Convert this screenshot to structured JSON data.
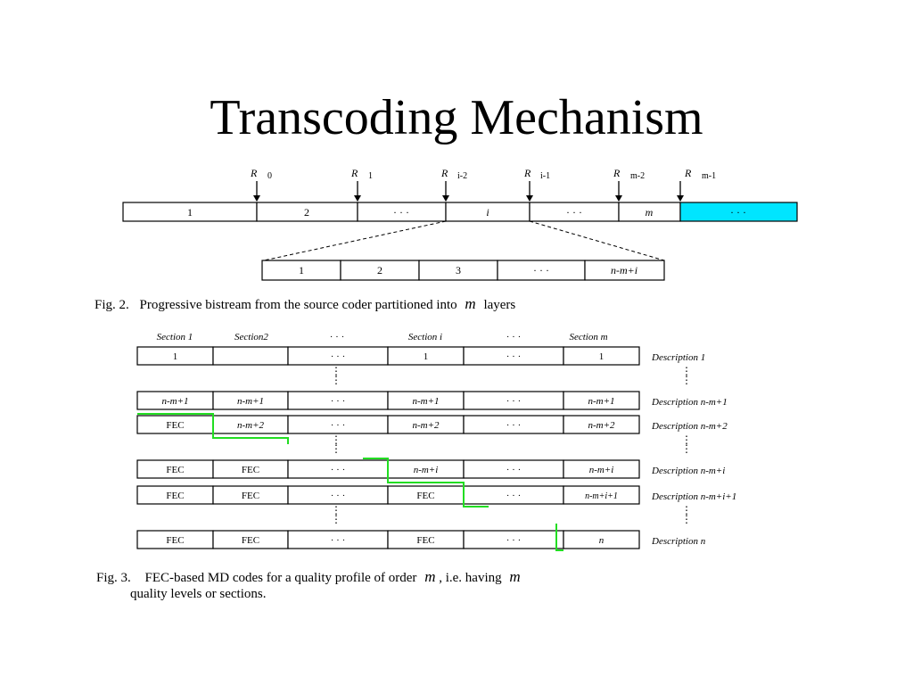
{
  "slide": {
    "title": "Transcoding Mechanism"
  },
  "fig2": {
    "markers": [
      {
        "r": "R",
        "sub": "0"
      },
      {
        "r": "R",
        "sub": "1"
      },
      {
        "r": "R",
        "sub": "i-2"
      },
      {
        "r": "R",
        "sub": "i-1"
      },
      {
        "r": "R",
        "sub": "m-2"
      },
      {
        "r": "R",
        "sub": "m-1"
      }
    ],
    "top_segments": [
      "1",
      "2",
      "· · ·",
      "i",
      "· · ·",
      "m",
      "· · ·"
    ],
    "sub_segments": [
      "1",
      "2",
      "3",
      "· · ·",
      "n-m+i"
    ],
    "highlight_color": "#00e5ff",
    "caption_prefix": "Fig. 2.",
    "caption_text": "Progressive bistream from the source coder partitioned into",
    "caption_var": "m",
    "caption_suffix": "layers"
  },
  "fig3": {
    "headers": [
      "Section 1",
      "Section2",
      "· · ·",
      "Section i",
      "· · ·",
      "Section m"
    ],
    "rows": [
      {
        "cells": [
          "1",
          "",
          "· · ·",
          "1",
          "· · ·",
          "1"
        ],
        "desc": "Description 1"
      },
      {
        "cells": [
          "n-m+1",
          "n-m+1",
          "· · ·",
          "n-m+1",
          "· · ·",
          "n-m+1"
        ],
        "desc": "Description n-m+1"
      },
      {
        "cells": [
          "FEC",
          "n-m+2",
          "· · ·",
          "n-m+2",
          "· · ·",
          "n-m+2"
        ],
        "desc": "Description n-m+2"
      },
      {
        "cells": [
          "FEC",
          "FEC",
          "· · ·",
          "n-m+i",
          "· · ·",
          "n-m+i"
        ],
        "desc": "Description n-m+i"
      },
      {
        "cells": [
          "FEC",
          "FEC",
          "· · ·",
          "FEC",
          "· · ·",
          "n-m+i+1"
        ],
        "desc": "Description n-m+i+1"
      },
      {
        "cells": [
          "FEC",
          "FEC",
          "· · ·",
          "FEC",
          "· · ·",
          "n"
        ],
        "desc": "Description n"
      }
    ],
    "vdots": "⋮",
    "staircase_color": "#22dd22",
    "caption_prefix": "Fig. 3.",
    "caption_line1_a": "FEC-based MD codes for a quality profile of order",
    "caption_var1": "m",
    "caption_line1_b": ", i.e. having",
    "caption_var2": "m",
    "caption_line2": "quality levels or sections."
  }
}
